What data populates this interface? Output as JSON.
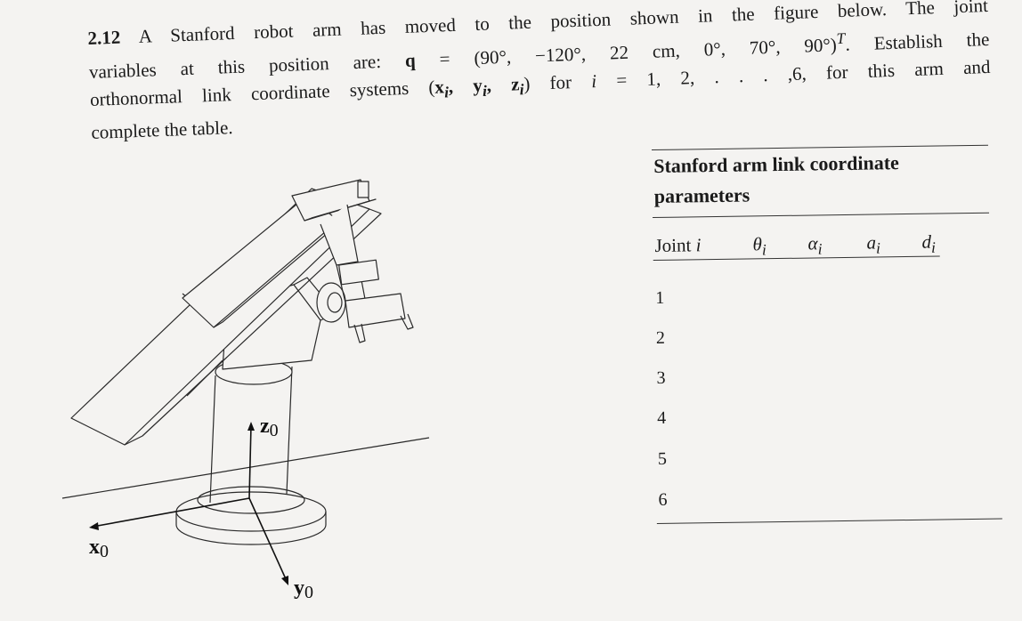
{
  "problem": {
    "number": "2.12",
    "line1": "A Stanford robot arm has moved to the position shown in the figure below. The joint",
    "line2_pre": "variables at this position are: ",
    "line2_q": "q",
    "line2_post": " = (90°, −120°, 22 cm, 0°, 70°, 90°)",
    "line2_sup": "T",
    "line2_end": ". Establish the",
    "line3_pre": "orthonormal link coordinate systems (",
    "line3_vars": "x, y, z",
    "line3_sub": "i",
    "line3_mid": ") for ",
    "line3_i": "i",
    "line3_post": " = 1, 2, . . . ,6, for this arm and",
    "line4": "complete the table."
  },
  "figure": {
    "axis_z": "z",
    "axis_x": "x",
    "axis_y": "y",
    "axis_sub": "0"
  },
  "table": {
    "caption": "Stanford arm link coordinate parameters",
    "headers": [
      "Joint i",
      "θi",
      "αi",
      "ai",
      "di"
    ],
    "rows": [
      "1",
      "2",
      "3",
      "4",
      "5",
      "6"
    ]
  }
}
